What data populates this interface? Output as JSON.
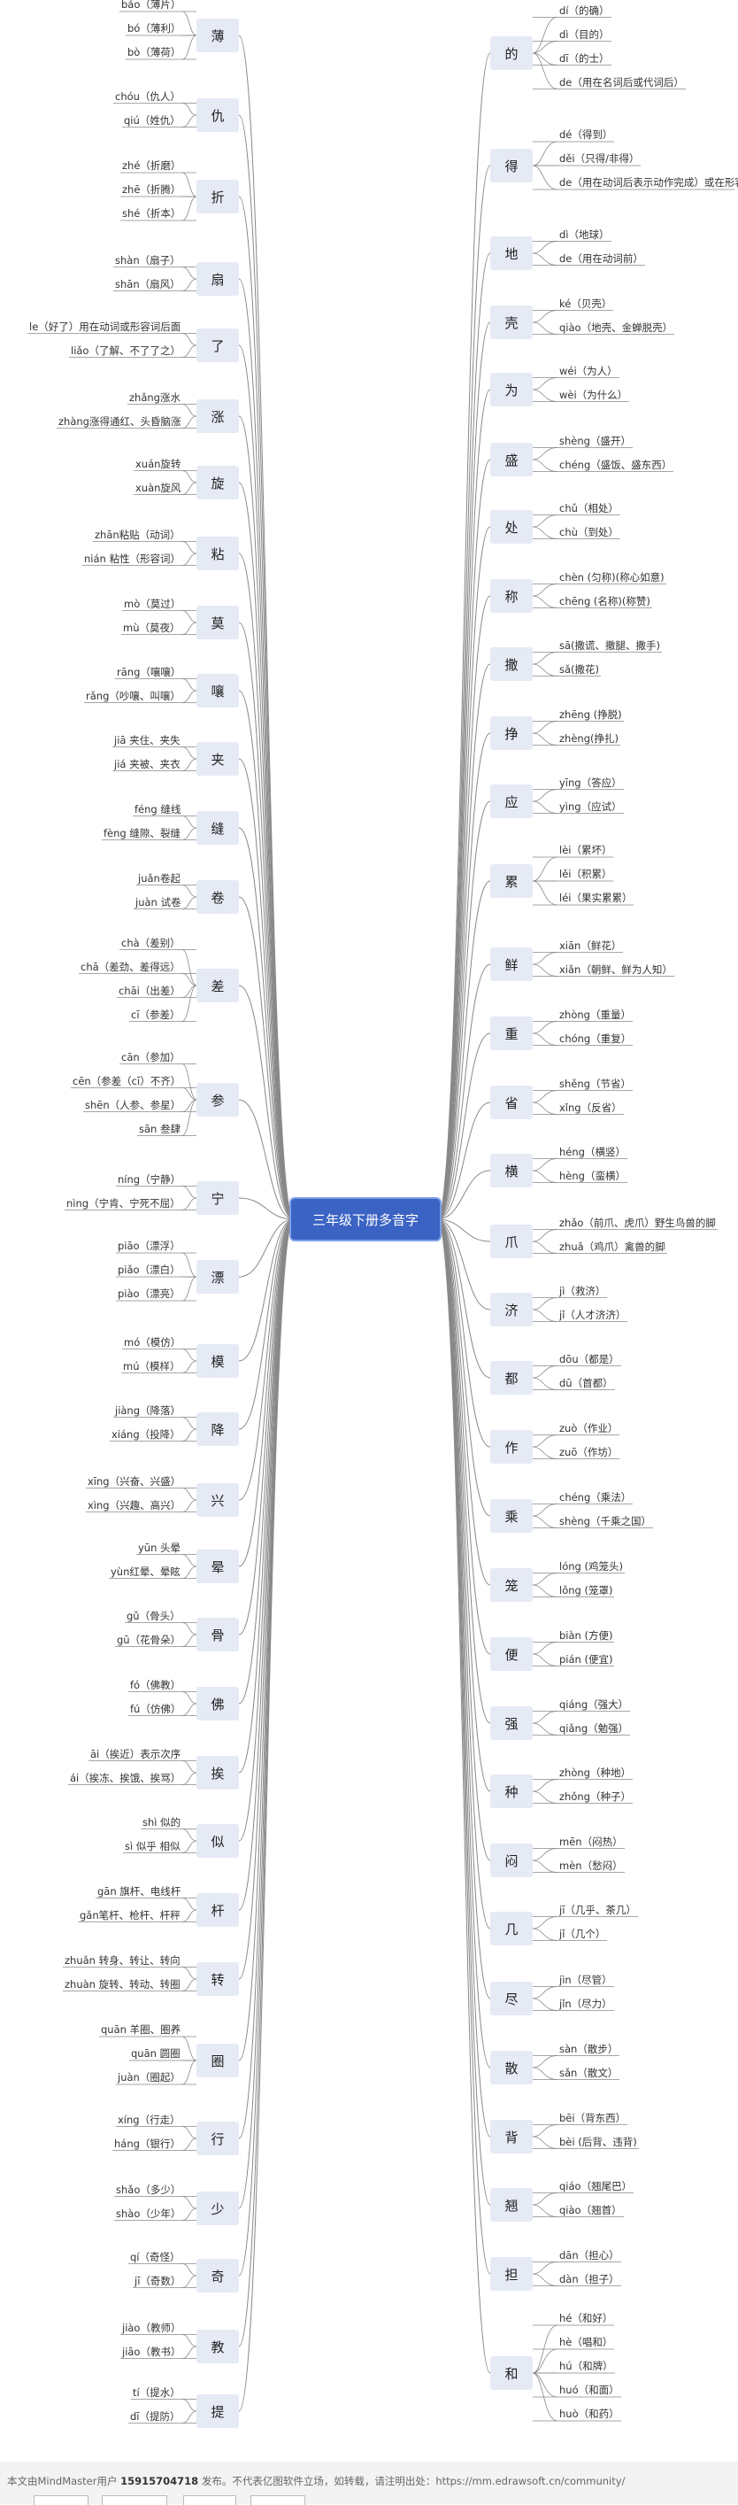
{
  "center": "三年级下册多音字",
  "colors": {
    "center_bg": "#3b63c4",
    "node_bg": "#e6eaf5",
    "line": "#888888"
  },
  "left": [
    {
      "char": "薄",
      "items": [
        "báo（薄片）",
        "bó（薄利）",
        "bò（薄荷）"
      ]
    },
    {
      "char": "仇",
      "items": [
        "chóu（仇人）",
        "qiú（姓仇）"
      ]
    },
    {
      "char": "折",
      "items": [
        "zhé（折磨）",
        "zhē（折腾）",
        "shé（折本）"
      ]
    },
    {
      "char": "扇",
      "items": [
        "shàn（扇子）",
        "shān（扇风）"
      ]
    },
    {
      "char": "了",
      "items": [
        "le（好了）用在动词或形容词后面",
        "liǎo（了解、不了了之）"
      ]
    },
    {
      "char": "涨",
      "items": [
        "zhǎng涨水",
        "zhàng涨得通红、头昏脑涨"
      ]
    },
    {
      "char": "旋",
      "items": [
        "xuán旋转",
        "xuàn旋风"
      ]
    },
    {
      "char": "粘",
      "items": [
        "zhān粘贴（动词）",
        "nián 粘性（形容词）"
      ]
    },
    {
      "char": "莫",
      "items": [
        "mò（莫过）",
        "mù（莫夜）"
      ]
    },
    {
      "char": "嚷",
      "items": [
        "rāng（嚷嚷）",
        "rǎng（吵嚷、叫嚷）"
      ]
    },
    {
      "char": "夹",
      "items": [
        "jiā 夹住、夹失",
        "jiá 夹被、夹衣"
      ]
    },
    {
      "char": "缝",
      "items": [
        "féng 缝线",
        "fèng 缝隙、裂缝"
      ]
    },
    {
      "char": "卷",
      "items": [
        "juǎn卷起",
        "juàn 试卷"
      ]
    },
    {
      "char": "差",
      "items": [
        "chà（差别）",
        "chā（差劲、差得远）",
        "chāi（出差）",
        "cī（参差）"
      ]
    },
    {
      "char": "参",
      "items": [
        "cān（参加）",
        "cēn（参差（cī）不齐）",
        "shēn（人参、参星）",
        "sān 叁肆"
      ]
    },
    {
      "char": "宁",
      "items": [
        "níng（宁静）",
        "nìng（宁肯、宁死不屈）"
      ]
    },
    {
      "char": "漂",
      "items": [
        "piāo（漂浮）",
        "piǎo（漂白）",
        "piào（漂亮）"
      ]
    },
    {
      "char": "模",
      "items": [
        "mó（模仿）",
        "mú（模样）"
      ]
    },
    {
      "char": "降",
      "items": [
        "jiàng（降落）",
        "xiáng（投降）"
      ]
    },
    {
      "char": "兴",
      "items": [
        "xīng（兴奋、兴盛）",
        "xìng（兴趣、高兴）"
      ]
    },
    {
      "char": "晕",
      "items": [
        "yūn 头晕",
        "yùn红晕、晕眩"
      ]
    },
    {
      "char": "骨",
      "items": [
        "gǔ（骨头）",
        "gū（花骨朵）"
      ]
    },
    {
      "char": "佛",
      "items": [
        "fó（佛教）",
        "fú（仿佛）"
      ]
    },
    {
      "char": "挨",
      "items": [
        "āi（挨近）表示次序",
        "ái（挨冻、挨饿、挨骂）"
      ]
    },
    {
      "char": "似",
      "items": [
        "shì 似的",
        "sì 似乎 相似"
      ]
    },
    {
      "char": "杆",
      "items": [
        "gān 旗杆、电线杆",
        "gǎn笔杆、枪杆、杆秤"
      ]
    },
    {
      "char": "转",
      "items": [
        "zhuǎn 转身、转让、转向",
        "zhuàn 旋转、转动、转圈"
      ]
    },
    {
      "char": "圈",
      "items": [
        "quān 羊圈、圈养",
        "quān 圆圈",
        "juàn（圈起）"
      ]
    },
    {
      "char": "行",
      "items": [
        "xíng（行走）",
        "háng（银行）"
      ]
    },
    {
      "char": "少",
      "items": [
        "shǎo（多少）",
        "shào（少年）"
      ]
    },
    {
      "char": "奇",
      "items": [
        "qí（奇怪）",
        "jī（奇数）"
      ]
    },
    {
      "char": "教",
      "items": [
        "jiào（教师）",
        "jiāo（教书）"
      ]
    },
    {
      "char": "提",
      "items": [
        "tí（提水）",
        "dī（提防）"
      ]
    }
  ],
  "right": [
    {
      "char": "的",
      "items": [
        "dí（的确）",
        "dì（目的）",
        "dī（的士）",
        "de（用在名词后或代词后）"
      ]
    },
    {
      "char": "得",
      "items": [
        "dé（得到）",
        "děi（只得/非得）",
        "de（用在动词后表示动作完成）或在形容词前"
      ]
    },
    {
      "char": "地",
      "items": [
        "dì（地球）",
        "de（用在动词前）"
      ]
    },
    {
      "char": "壳",
      "items": [
        "ké（贝壳）",
        "qiào（地壳、金蝉脱壳）"
      ]
    },
    {
      "char": "为",
      "items": [
        "wéi（为人）",
        "wèi（为什么）"
      ]
    },
    {
      "char": "盛",
      "items": [
        "shèng（盛开）",
        "chéng（盛饭、盛东西）"
      ]
    },
    {
      "char": "处",
      "items": [
        "chǔ（相处）",
        "chù（到处）"
      ]
    },
    {
      "char": "称",
      "items": [
        "chèn (匀称)(称心如意)",
        "chēng (名称)(称赞)"
      ]
    },
    {
      "char": "撒",
      "items": [
        "sā(撒谎、撒腿、撒手)",
        "sǎ(撒花)"
      ]
    },
    {
      "char": "挣",
      "items": [
        "zhēng (挣脱)",
        "zhèng(挣扎)"
      ]
    },
    {
      "char": "应",
      "items": [
        "yīng（答应）",
        "yìng（应试）"
      ]
    },
    {
      "char": "累",
      "items": [
        "lèi（累坏）",
        "lěi（积累）",
        "léi（果实累累）"
      ]
    },
    {
      "char": "鲜",
      "items": [
        "xiān（鲜花）",
        "xiǎn（朝鲜、鲜为人知）"
      ]
    },
    {
      "char": "重",
      "items": [
        "zhòng（重量）",
        "chóng（重复）"
      ]
    },
    {
      "char": "省",
      "items": [
        "shěng（节省）",
        "xǐng（反省）"
      ]
    },
    {
      "char": "横",
      "items": [
        "héng（横竖）",
        "hèng（蛮横）"
      ]
    },
    {
      "char": "爪",
      "items": [
        "zhǎo（前爪、虎爪）野生鸟兽的脚",
        "zhuǎ（鸡爪）禽兽的脚"
      ]
    },
    {
      "char": "济",
      "items": [
        "jì（救济）",
        "jǐ（人才济济）"
      ]
    },
    {
      "char": "都",
      "items": [
        "dōu（都是）",
        "dū（首都）"
      ]
    },
    {
      "char": "作",
      "items": [
        "zuò（作业）",
        "zuō（作坊）"
      ]
    },
    {
      "char": "乘",
      "items": [
        "chéng（乘法）",
        "shèng（千乘之国）"
      ]
    },
    {
      "char": "笼",
      "items": [
        "lóng (鸡笼头)",
        "lǒng (笼罩)"
      ]
    },
    {
      "char": "便",
      "items": [
        "biàn (方便)",
        "pián (便宜)"
      ]
    },
    {
      "char": "强",
      "items": [
        "qiáng（强大）",
        "qiǎng（勉强）"
      ]
    },
    {
      "char": "种",
      "items": [
        "zhòng（种地）",
        "zhǒng（种子）"
      ]
    },
    {
      "char": "闷",
      "items": [
        "mēn（闷热）",
        "mèn（愁闷）"
      ]
    },
    {
      "char": "几",
      "items": [
        "jī（几乎、茶几）",
        "jǐ（几个）"
      ]
    },
    {
      "char": "尽",
      "items": [
        "jìn（尽管）",
        "jǐn（尽力）"
      ]
    },
    {
      "char": "散",
      "items": [
        "sàn（散步）",
        "sǎn（散文）"
      ]
    },
    {
      "char": "背",
      "items": [
        "bēi（背东西）",
        "bèi (后背、违背)"
      ]
    },
    {
      "char": "翘",
      "items": [
        "qiáo（翘尾巴）",
        "qiào（翘首）"
      ]
    },
    {
      "char": "担",
      "items": [
        "dān（担心）",
        "dàn（担子）"
      ]
    },
    {
      "char": "和",
      "items": [
        "hé（和好）",
        "hè（唱和）",
        "hú（和牌）",
        "huó（和面）",
        "huò（和药）"
      ]
    }
  ],
  "footer": {
    "prefix": "本文由MindMaster用户 ",
    "user": "15915704718",
    "suffix": " 发布。不代表亿图软件立场，如转载，请注明出处：https://mm.edrawsoft.cn/community/"
  }
}
